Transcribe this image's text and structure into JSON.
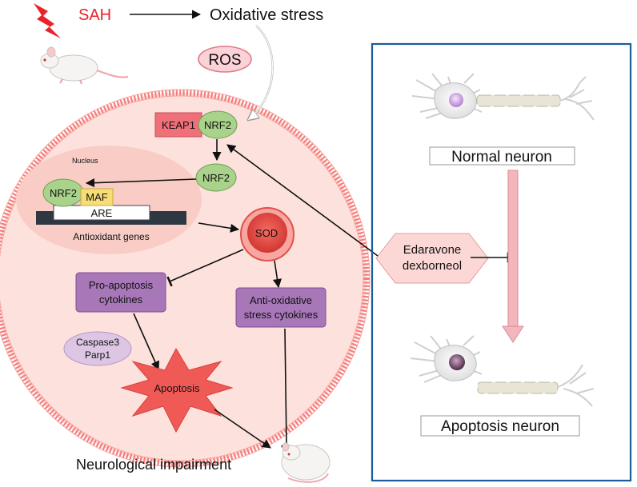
{
  "trigger": {
    "sah": "SAH",
    "oxidative_stress": "Oxidative stress",
    "ros": "ROS"
  },
  "cell": {
    "keap1": "KEAP1",
    "nrf2_bound": "NRF2",
    "nrf2_free": "NRF2",
    "nucleus_label": "Nucleus",
    "nrf2_nuclear": "NRF2",
    "maf": "MAF",
    "are": "ARE",
    "antioxidant_genes": "Antioxidant genes",
    "sod": "SOD",
    "pro_apoptosis": [
      "Pro-apoptosis",
      "cytokines"
    ],
    "anti_oxidative": [
      "Anti-oxidative",
      "stress cytokines"
    ],
    "caspase": [
      "Caspase3",
      "Parp1"
    ],
    "apoptosis": "Apoptosis"
  },
  "outcome": {
    "neurological_impairment": "Neurological impairment"
  },
  "drug": {
    "lines": [
      "Edaravone",
      "dexborneol"
    ]
  },
  "neuron_panel": {
    "normal": "Normal neuron",
    "apoptosis": "Apoptosis neuron"
  },
  "colors": {
    "sah_red": "#e8242a",
    "cell_fill": "#fde1dd",
    "membrane": "#f47e7c",
    "nucleus_fill": "#f9cdc6",
    "nrf2_green": "#a9d28b",
    "keap1_pink": "#f0707a",
    "maf_yellow": "#f6dd76",
    "dna_dark": "#2e3842",
    "sod_red": "#e84a45",
    "purple_box": "#a777b8",
    "caspase_lilac": "#dcc6e4",
    "apoptosis_star": "#ef5a57",
    "drug_hex": "#fbd8d6",
    "panel_border": "#1c5c9c",
    "progress_arrow": "#f4b6bd"
  }
}
